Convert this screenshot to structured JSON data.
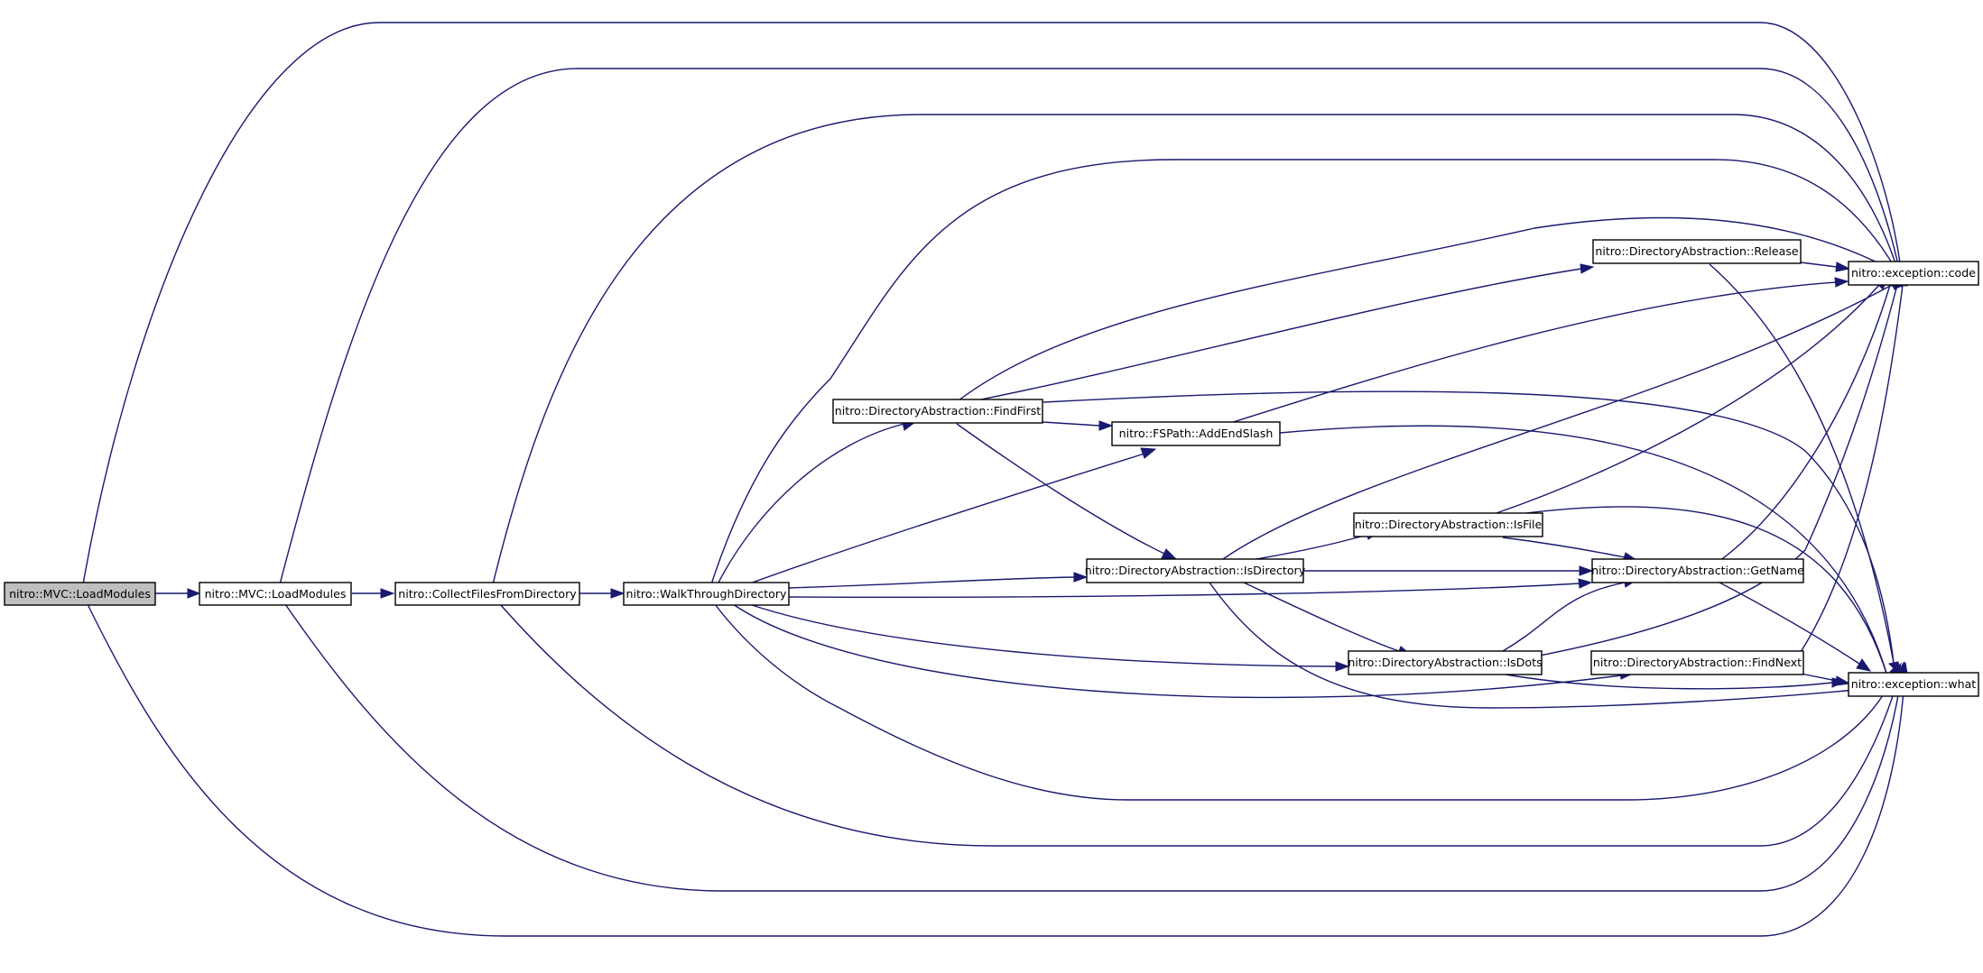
{
  "diagram": {
    "type": "call-graph",
    "colors": {
      "edge": "#191970",
      "node_border": "#000000",
      "root_fill": "#bfbfbf",
      "node_fill": "#ffffff"
    },
    "nodes": [
      {
        "id": "n_root",
        "label": "nitro::MVC::LoadModules"
      },
      {
        "id": "n_lm2",
        "label": "nitro::MVC::LoadModules"
      },
      {
        "id": "n_cf",
        "label": "nitro::CollectFilesFromDirectory"
      },
      {
        "id": "n_wt",
        "label": "nitro::WalkThroughDirectory"
      },
      {
        "id": "n_ff",
        "label": "nitro::DirectoryAbstraction::FindFirst"
      },
      {
        "id": "n_aes",
        "label": "nitro::FSPath::AddEndSlash"
      },
      {
        "id": "n_isdir",
        "label": "nitro::DirectoryAbstraction::IsDirectory"
      },
      {
        "id": "n_isfile",
        "label": "nitro::DirectoryAbstraction::IsFile"
      },
      {
        "id": "n_isdots",
        "label": "nitro::DirectoryAbstraction::IsDots"
      },
      {
        "id": "n_rel",
        "label": "nitro::DirectoryAbstraction::Release"
      },
      {
        "id": "n_gn",
        "label": "nitro::DirectoryAbstraction::GetName"
      },
      {
        "id": "n_fn",
        "label": "nitro::DirectoryAbstraction::FindNext"
      },
      {
        "id": "n_code",
        "label": "nitro::exception::code"
      },
      {
        "id": "n_what",
        "label": "nitro::exception::what"
      }
    ]
  }
}
